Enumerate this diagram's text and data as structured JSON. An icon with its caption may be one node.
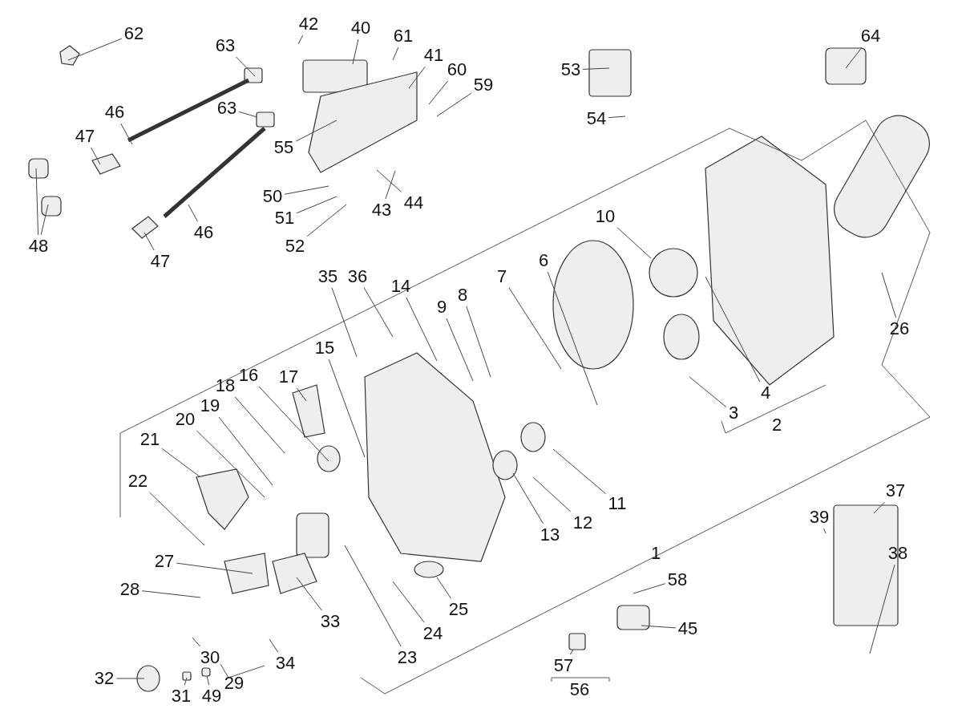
{
  "diagram": {
    "nodes": [
      {
        "text": [
          "62"
        ]
      },
      {
        "text": [
          "63"
        ]
      },
      {
        "text": [
          "42"
        ]
      },
      {
        "text": [
          "40"
        ]
      },
      {
        "text": [
          "61"
        ]
      },
      {
        "text": [
          "41"
        ]
      },
      {
        "text": [
          "60"
        ]
      },
      {
        "text": [
          "59"
        ]
      },
      {
        "text": [
          "53"
        ]
      },
      {
        "text": [
          "64"
        ]
      },
      {
        "text": [
          "54"
        ]
      },
      {
        "text": [
          "63"
        ]
      },
      {
        "text": [
          "46"
        ]
      },
      {
        "text": [
          "55"
        ]
      },
      {
        "text": [
          "47"
        ]
      },
      {
        "text": [
          "48"
        ]
      },
      {
        "text": [
          "50"
        ]
      },
      {
        "text": [
          "51"
        ]
      },
      {
        "text": [
          "52"
        ]
      },
      {
        "text": [
          "43"
        ]
      },
      {
        "text": [
          "44"
        ]
      },
      {
        "text": [
          "46"
        ]
      },
      {
        "text": [
          "47"
        ]
      },
      {
        "text": [
          "10"
        ]
      },
      {
        "text": [
          "35"
        ]
      },
      {
        "text": [
          "36"
        ]
      },
      {
        "text": [
          "14"
        ]
      },
      {
        "text": [
          "9"
        ]
      },
      {
        "text": [
          "8"
        ]
      },
      {
        "text": [
          "7"
        ]
      },
      {
        "text": [
          "6"
        ]
      },
      {
        "text": [
          "17"
        ]
      },
      {
        "text": [
          "15"
        ]
      },
      {
        "text": [
          "18"
        ]
      },
      {
        "text": [
          "16"
        ]
      },
      {
        "text": [
          "19"
        ]
      },
      {
        "text": [
          "20"
        ]
      },
      {
        "text": [
          "21"
        ]
      },
      {
        "text": [
          "22"
        ]
      },
      {
        "text": [
          "3"
        ]
      },
      {
        "text": [
          "4"
        ]
      },
      {
        "text": [
          "26"
        ]
      },
      {
        "text": [
          "11"
        ]
      },
      {
        "text": [
          "12"
        ]
      },
      {
        "text": [
          "13"
        ]
      },
      {
        "text": [
          "37"
        ]
      },
      {
        "text": [
          "39"
        ]
      },
      {
        "text": [
          "38"
        ]
      },
      {
        "text": [
          "27"
        ]
      },
      {
        "text": [
          "28"
        ]
      },
      {
        "text": [
          "33"
        ]
      },
      {
        "text": [
          "23"
        ]
      },
      {
        "text": [
          "24"
        ]
      },
      {
        "text": [
          "25"
        ]
      },
      {
        "text": [
          "58"
        ]
      },
      {
        "text": [
          "45"
        ]
      },
      {
        "text": [
          "32"
        ]
      },
      {
        "text": [
          "30"
        ]
      },
      {
        "text": [
          "34"
        ]
      },
      {
        "text": [
          "31"
        ]
      },
      {
        "text": [
          "49"
        ]
      },
      {
        "text": [
          "57"
        ]
      },
      {
        "text": [],
        "shape": "box"
      },
      {
        "text": [],
        "shape": "box"
      }
    ],
    "edges": [
      {
        "from": 0,
        "to": null,
        "arrow": "none"
      },
      {
        "from": 1,
        "to": null,
        "arrow": "none"
      },
      {
        "from": 2,
        "to": null,
        "arrow": "none"
      },
      {
        "from": 3,
        "to": null,
        "arrow": "none"
      },
      {
        "from": 4,
        "to": null,
        "arrow": "none"
      },
      {
        "from": 5,
        "to": null,
        "arrow": "none"
      },
      {
        "from": 6,
        "to": null,
        "arrow": "none"
      },
      {
        "from": 7,
        "to": null,
        "arrow": "none"
      },
      {
        "from": 8,
        "to": null,
        "arrow": "none"
      },
      {
        "from": 9,
        "to": null,
        "arrow": "none"
      },
      {
        "from": 10,
        "to": null,
        "arrow": "none"
      },
      {
        "from": 11,
        "to": 62,
        "arrow": "none"
      },
      {
        "from": 12,
        "to": null,
        "arrow": "none"
      },
      {
        "from": 13,
        "to": null,
        "arrow": "none"
      },
      {
        "from": 14,
        "to": null,
        "arrow": "none"
      },
      {
        "from": 15,
        "to": null,
        "arrow": "none"
      },
      {
        "from": 15,
        "to": null,
        "arrow": "none"
      },
      {
        "from": 16,
        "to": null,
        "arrow": "none"
      },
      {
        "from": 17,
        "to": null,
        "arrow": "none"
      },
      {
        "from": 18,
        "to": null,
        "arrow": "none"
      },
      {
        "from": 19,
        "to": null,
        "arrow": "none"
      },
      {
        "from": 20,
        "to": null,
        "arrow": "none"
      },
      {
        "from": 21,
        "to": null,
        "arrow": "none"
      },
      {
        "from": 22,
        "to": null,
        "arrow": "none"
      },
      {
        "from": 23,
        "to": null,
        "arrow": "none"
      },
      {
        "from": 24,
        "to": null,
        "arrow": "none"
      },
      {
        "from": 25,
        "to": null,
        "arrow": "none"
      },
      {
        "from": 26,
        "to": null,
        "arrow": "none"
      },
      {
        "from": 27,
        "to": null,
        "arrow": "none"
      },
      {
        "from": 28,
        "to": null,
        "arrow": "none"
      },
      {
        "from": 29,
        "to": null,
        "arrow": "none"
      },
      {
        "from": 30,
        "to": null,
        "arrow": "none"
      },
      {
        "from": 31,
        "to": null,
        "arrow": "none"
      },
      {
        "from": 32,
        "to": null,
        "arrow": "none"
      },
      {
        "from": 33,
        "to": null,
        "arrow": "none"
      },
      {
        "from": 34,
        "to": null,
        "arrow": "none"
      },
      {
        "from": 35,
        "to": null,
        "arrow": "none"
      },
      {
        "from": 36,
        "to": null,
        "arrow": "none"
      },
      {
        "from": 37,
        "to": null,
        "arrow": "none"
      },
      {
        "from": 38,
        "to": null,
        "arrow": "none"
      },
      {
        "from": 39,
        "to": null,
        "arrow": "none"
      },
      {
        "from": 40,
        "to": null,
        "arrow": "none"
      },
      {
        "from": 41,
        "to": null,
        "arrow": "none"
      },
      {
        "from": 42,
        "to": null,
        "arrow": "none"
      },
      {
        "from": 43,
        "to": null,
        "arrow": "none"
      },
      {
        "from": 44,
        "to": null,
        "arrow": "none"
      },
      {
        "from": 45,
        "to": null,
        "arrow": "none"
      },
      {
        "from": 46,
        "to": null,
        "arrow": "none"
      },
      {
        "from": 47,
        "to": null,
        "arrow": "none"
      },
      {
        "from": 48,
        "to": null,
        "arrow": "none"
      },
      {
        "from": 49,
        "to": null,
        "arrow": "none"
      },
      {
        "from": 50,
        "to": null,
        "arrow": "none"
      },
      {
        "from": 51,
        "to": null,
        "arrow": "none"
      },
      {
        "from": 52,
        "to": null,
        "arrow": "none"
      },
      {
        "from": 53,
        "to": null,
        "arrow": "none"
      },
      {
        "from": 54,
        "to": null,
        "arrow": "none"
      },
      {
        "from": 55,
        "to": null,
        "arrow": "none"
      },
      {
        "from": 56,
        "to": null,
        "arrow": "none"
      },
      {
        "from": 57,
        "to": null,
        "arrow": "none"
      },
      {
        "from": 58,
        "to": null,
        "arrow": "none"
      },
      {
        "from": 59,
        "to": null,
        "arrow": "none"
      },
      {
        "from": 60,
        "to": 63,
        "arrow": "none"
      },
      {
        "from": 61,
        "to": null,
        "arrow": "none"
      }
    ],
    "labels": [
      "2",
      "1",
      "29",
      "56"
    ]
  }
}
